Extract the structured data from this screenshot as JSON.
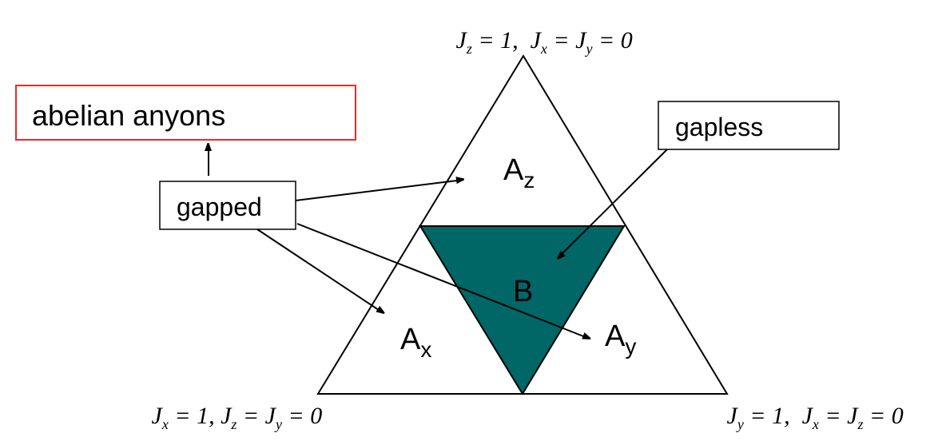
{
  "colors": {
    "gapless_region": "#006666",
    "highlight_border": "#e0302a",
    "line": "#000000"
  },
  "corners": {
    "top": {
      "J1": "J",
      "s1": "z",
      "eq1": " = 1,  ",
      "J2": "J",
      "s2": "x",
      "eq2": " = ",
      "J3": "J",
      "s3": "y",
      "eq3": " = 0"
    },
    "left": {
      "J1": "J",
      "s1": "x",
      "eq1": " = 1, ",
      "J2": "J",
      "s2": "z",
      "eq2": " = ",
      "J3": "J",
      "s3": "y",
      "eq3": " = 0"
    },
    "right": {
      "J1": "J",
      "s1": "y",
      "eq1": " = 1,  ",
      "J2": "J",
      "s2": "x",
      "eq2": " = ",
      "J3": "J",
      "s3": "z",
      "eq3": " = 0"
    }
  },
  "regions": {
    "az": {
      "main": "A",
      "sub": "z"
    },
    "ax": {
      "main": "A",
      "sub": "x"
    },
    "ay": {
      "main": "A",
      "sub": "y"
    },
    "b": "B"
  },
  "boxes": {
    "abelian": "abelian anyons",
    "gapped": "gapped",
    "gapless": "gapless"
  }
}
